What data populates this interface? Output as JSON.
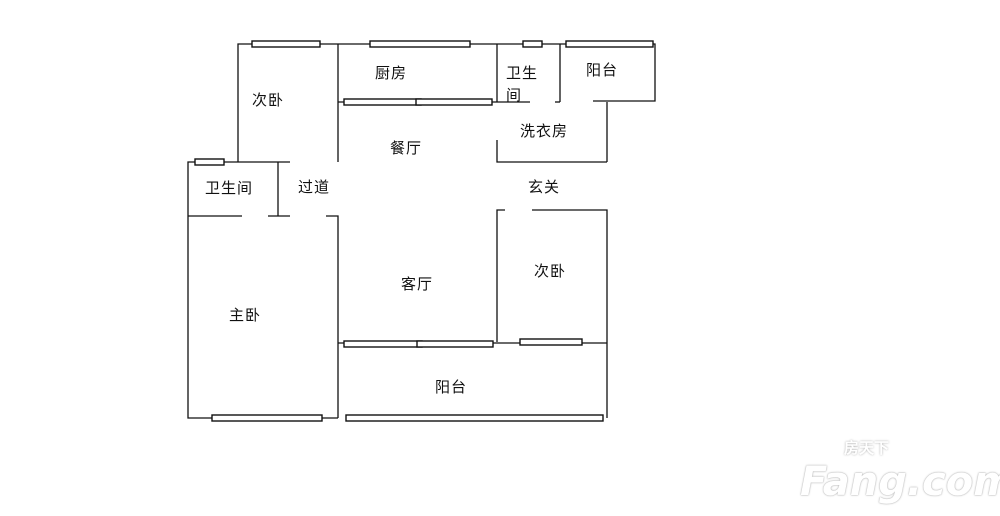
{
  "rooms": {
    "bedroom2_top": "次卧",
    "kitchen": "厨房",
    "bath_small_line1": "卫生",
    "bath_small_line2": "间",
    "balcony_top": "阳台",
    "laundry": "洗衣房",
    "dining": "餐厅",
    "bathroom": "卫生间",
    "corridor": "过道",
    "entrance": "玄关",
    "living": "客厅",
    "bedroom2_right": "次卧",
    "master_bedroom": "主卧",
    "balcony_bottom": "阳台"
  },
  "logo": {
    "brand": "Fang.com",
    "chinese": "房天下"
  }
}
